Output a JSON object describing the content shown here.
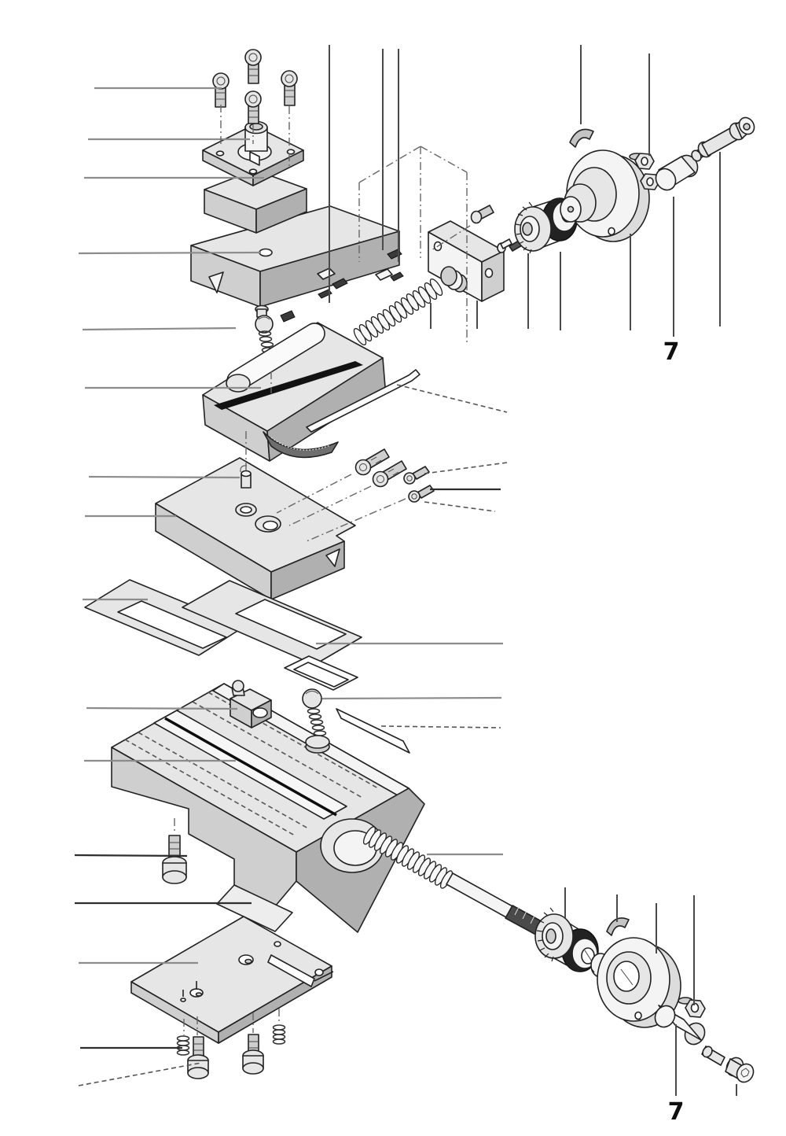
{
  "figure": {
    "type": "exploded-parts-diagram",
    "labels": [
      {
        "text": "7"
      },
      {
        "text": "7"
      }
    ],
    "colors": {
      "background": "#ffffff",
      "outline": "#222222",
      "leader_line": "#8c8c8c",
      "callout_line": "#4a4a4a",
      "face_light": "#f4f4f4",
      "face_mid": "#d9d9d9",
      "face_dark": "#b0b0b0",
      "accent_black": "#121212",
      "label_text": "#0f0f0f"
    },
    "parts": [
      "socket-head-screw",
      "tool-post-plate",
      "tool-post-bolt",
      "riser-block",
      "top-slide-saddle",
      "clamp-bolt-spring",
      "feather-key",
      "top-slide",
      "gib-strip-top",
      "feed-nut-segment",
      "cross-slide-plate",
      "locating-pin",
      "adjustment-screw",
      "shim-plate-left",
      "shim-plate-right",
      "shim-frame",
      "lock-screw-spring",
      "gib-strip-base",
      "clamp-lug",
      "cross-slide-base",
      "leadscrew",
      "leadscrew-spring",
      "bearing-bracket",
      "bracket-bolt",
      "thrust-washer",
      "graduated-dial",
      "dial-ring",
      "drive-bushing",
      "handwheel",
      "retaining-clip",
      "lock-nut",
      "handle-spacer",
      "handle-screw",
      "base-plate",
      "mounting-screw",
      "compression-spring"
    ]
  }
}
